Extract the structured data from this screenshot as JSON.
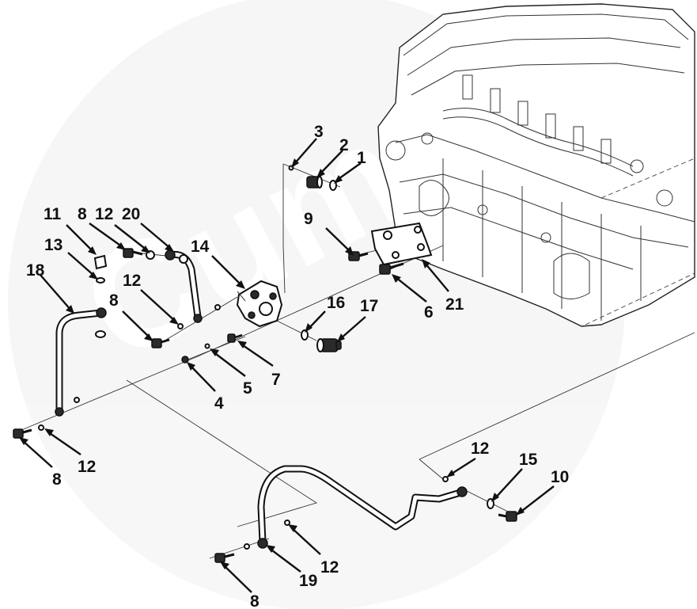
{
  "diagram": {
    "watermark": "Cummins",
    "callouts": {
      "c1": "1",
      "c2": "2",
      "c3": "3",
      "c4": "4",
      "c5": "5",
      "c6": "6",
      "c7": "7",
      "c8a": "8",
      "c8b": "8",
      "c8c": "8",
      "c8d": "8",
      "c9": "9",
      "c10": "10",
      "c11": "11",
      "c12a": "12",
      "c12b": "12",
      "c12c": "12",
      "c12d": "12",
      "c12e": "12",
      "c13": "13",
      "c14": "14",
      "c15": "15",
      "c16": "16",
      "c17": "17",
      "c18": "18",
      "c19": "19",
      "c20": "20",
      "c21": "21"
    }
  }
}
